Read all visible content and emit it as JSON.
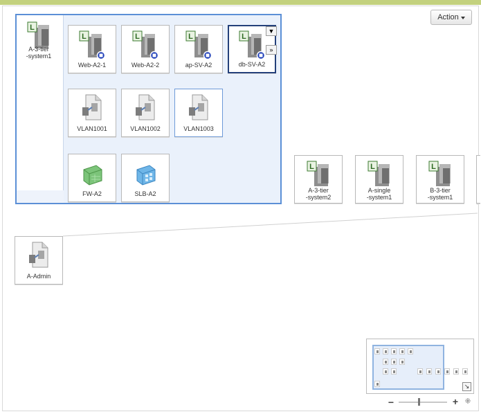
{
  "toolbar": {
    "action_label": "Action"
  },
  "group": {
    "label_line1": "A-3-tier",
    "label_line2": "-system1"
  },
  "servers": [
    {
      "label": "Web-A2-1"
    },
    {
      "label": "Web-A2-2"
    },
    {
      "label": "ap-SV-A2"
    },
    {
      "label": "db-SV-A2"
    }
  ],
  "vlans": [
    {
      "label": "VLAN1001"
    },
    {
      "label": "VLAN1002"
    },
    {
      "label": "VLAN1003"
    }
  ],
  "devices": [
    {
      "label": "FW-A2"
    },
    {
      "label": "SLB-A2"
    }
  ],
  "systems": [
    {
      "line1": "A-3-tier",
      "line2": "-system2"
    },
    {
      "line1": "A-single",
      "line2": "-system1"
    },
    {
      "line1": "B-3-tier",
      "line2": "-system1"
    }
  ],
  "admin": {
    "label": "A-Admin"
  },
  "node_menu": {
    "dropdown_glyph": "▼",
    "expand_glyph": "»"
  },
  "colors": {
    "top_bar": "#c3d17e",
    "selection": "#5b8fd6",
    "group_bg": "#eaf1fb",
    "firewall": "#7cc47a",
    "slb": "#6fb6e8",
    "status_dot": "#1f3fb8"
  },
  "zoom": {
    "minus": "−",
    "plus": "+",
    "fit": "⁜",
    "expand": "↘"
  }
}
